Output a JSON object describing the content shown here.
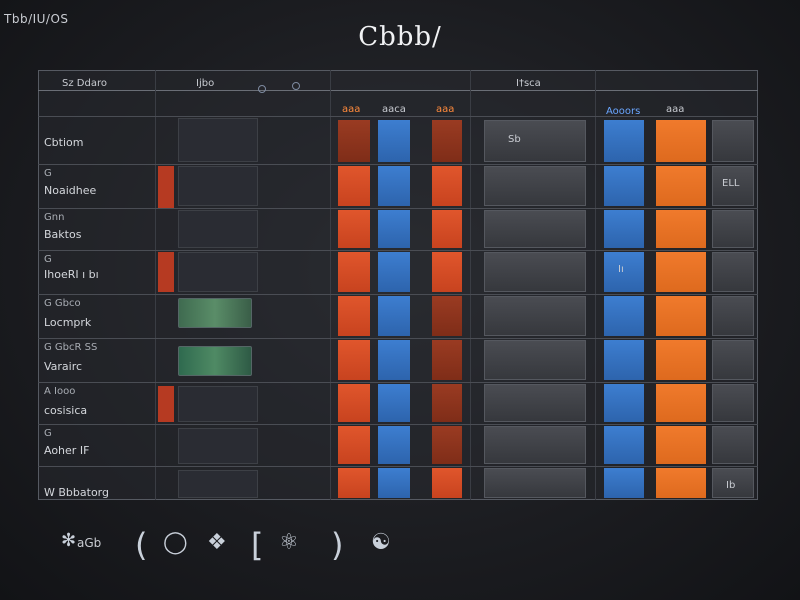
{
  "header": {
    "corner_label": "Tbb/IU/OS",
    "title": "Cbbb/"
  },
  "columns": {
    "c1": "Sz Ddaro",
    "c2": "Ijbo",
    "c3": "aaa",
    "c4": "aaca",
    "c5": "aaa",
    "c6": "I†sca",
    "c7": "Aooors",
    "c8": "aaa"
  },
  "rows": [
    {
      "upper": "",
      "label": "Cbtiom"
    },
    {
      "upper": "G",
      "label": "Noaidhee"
    },
    {
      "upper": "Gnn",
      "label": "Baktos"
    },
    {
      "upper": "G",
      "label": "IhoeRI ı bı"
    },
    {
      "upper": "G Gbco",
      "label": "Locmprk"
    },
    {
      "upper": "G GbcR SS",
      "label": "Varairc"
    },
    {
      "upper": "A Iooo",
      "label": "cosisica"
    },
    {
      "upper": "G",
      "label": "Aoher IF"
    },
    {
      "upper": "",
      "label": "W Bbbatorg"
    }
  ],
  "cells": {
    "gray_r1": "Sb",
    "gray_r2": "Iı",
    "end_r2": "ELL",
    "end_r9": "Ib"
  },
  "footer": {
    "text": "aGb"
  },
  "colors": {
    "orange": "#e0562c",
    "orange_bright": "#f07a2c",
    "blue": "#3d7ed0",
    "background": "#1b1c20",
    "grid": "#565a62"
  },
  "icons": [
    "node-icon",
    "bracket-icon",
    "figure-icon",
    "bracket-icon",
    "figure-icon"
  ]
}
